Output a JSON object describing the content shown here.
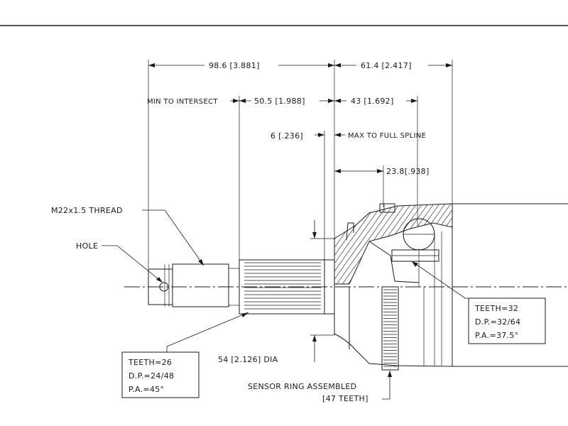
{
  "dimensions": {
    "overall_left": "98.6 [3.881]",
    "overall_right": "61.4 [2.417]",
    "min_to_intersect_label": "MIN TO INTERSECT",
    "min_to_intersect_value": "50.5 [1.988]",
    "spline_length": "43 [1.692]",
    "shoulder": "6 [.236]",
    "max_to_full_spline": "MAX TO FULL SPLINE",
    "housing_depth": "23.8[.938]",
    "thread": "M22x1.5 THREAD",
    "hole": "HOLE",
    "diameter": "54 [2.126] DIA"
  },
  "outer_spline": {
    "teeth": "TEETH=26",
    "dp": "D.P.=24/48",
    "pa": "P.A.=45°"
  },
  "inner_spline": {
    "teeth": "TEETH=32",
    "dp": "D.P.=32/64",
    "pa": "P.A.=37.5°"
  },
  "sensor_ring": {
    "line1": "SENSOR RING ASSEMBLED",
    "line2": "[47 TEETH]"
  }
}
